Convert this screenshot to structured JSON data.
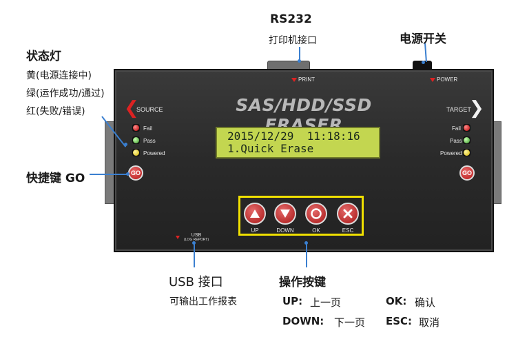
{
  "callouts": {
    "rs232_title": "RS232",
    "rs232_sub": "打印机接口",
    "power_title": "电源开关",
    "status_title": "状态灯",
    "status_yellow": "黄(电源连接中)",
    "status_green": "绿(运作成功/通过)",
    "status_red": "红(失败/错误)",
    "go_label": "快捷键  GO",
    "usb_title": "USB 接口",
    "usb_sub": "可输出工作报表",
    "ops_title": "操作按键",
    "up_key": "UP:",
    "up_desc": "上一页",
    "ok_key": "OK:",
    "ok_desc": "确认",
    "down_key": "DOWN:",
    "down_desc": "下一页",
    "esc_key": "ESC:",
    "esc_desc": "取消"
  },
  "device": {
    "title": "SAS/HDD/SSD ERASER",
    "print_label": "PRINT",
    "power_label": "POWER",
    "source_label": "SOURCE",
    "target_label": "TARGET",
    "led_fail": "Fail",
    "led_pass": "Pass",
    "led_powered": "Powered",
    "go_text": "GO",
    "usb_label": "USB",
    "usb_sublabel": "(LOG REPORT)",
    "lcd_line1": "2015/12/29  11:18:16",
    "lcd_line2": "1.Quick Erase",
    "btn_up": "UP",
    "btn_down": "DOWN",
    "btn_ok": "OK",
    "btn_esc": "ESC"
  },
  "colors": {
    "accent_line": "#3a7fd0",
    "highlight_box": "#f0e000",
    "button_red": "#b51616",
    "lcd_green": "#c3d650"
  }
}
